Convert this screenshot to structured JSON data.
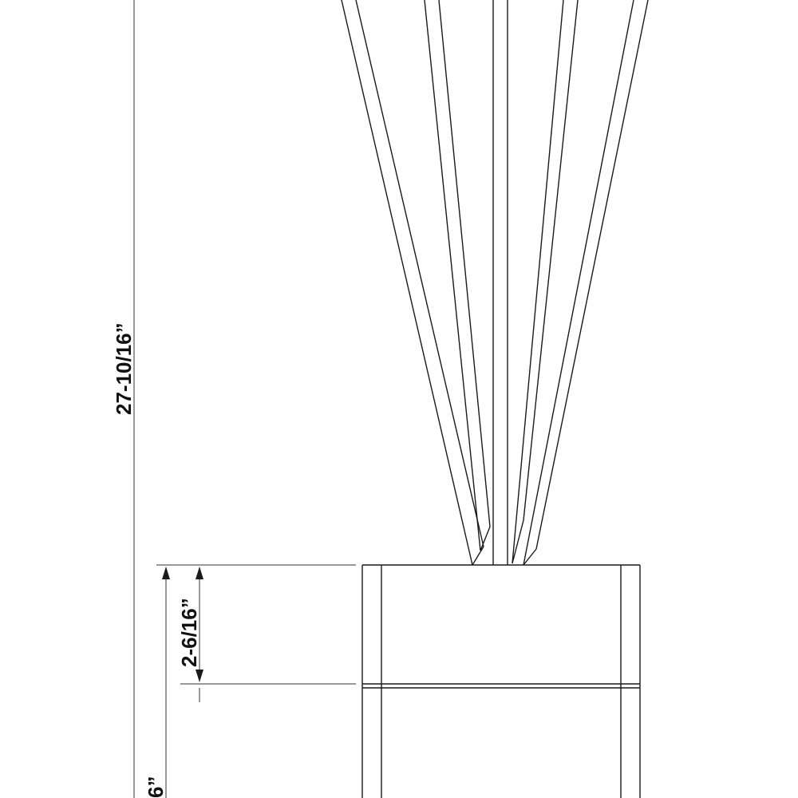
{
  "dimensions": {
    "total_height": "27-10/16”",
    "upper_section_height": "2-6/16”",
    "lower_section_height_partial": "6”"
  },
  "colors": {
    "line": "#1a1a1a",
    "background": "#ffffff"
  }
}
